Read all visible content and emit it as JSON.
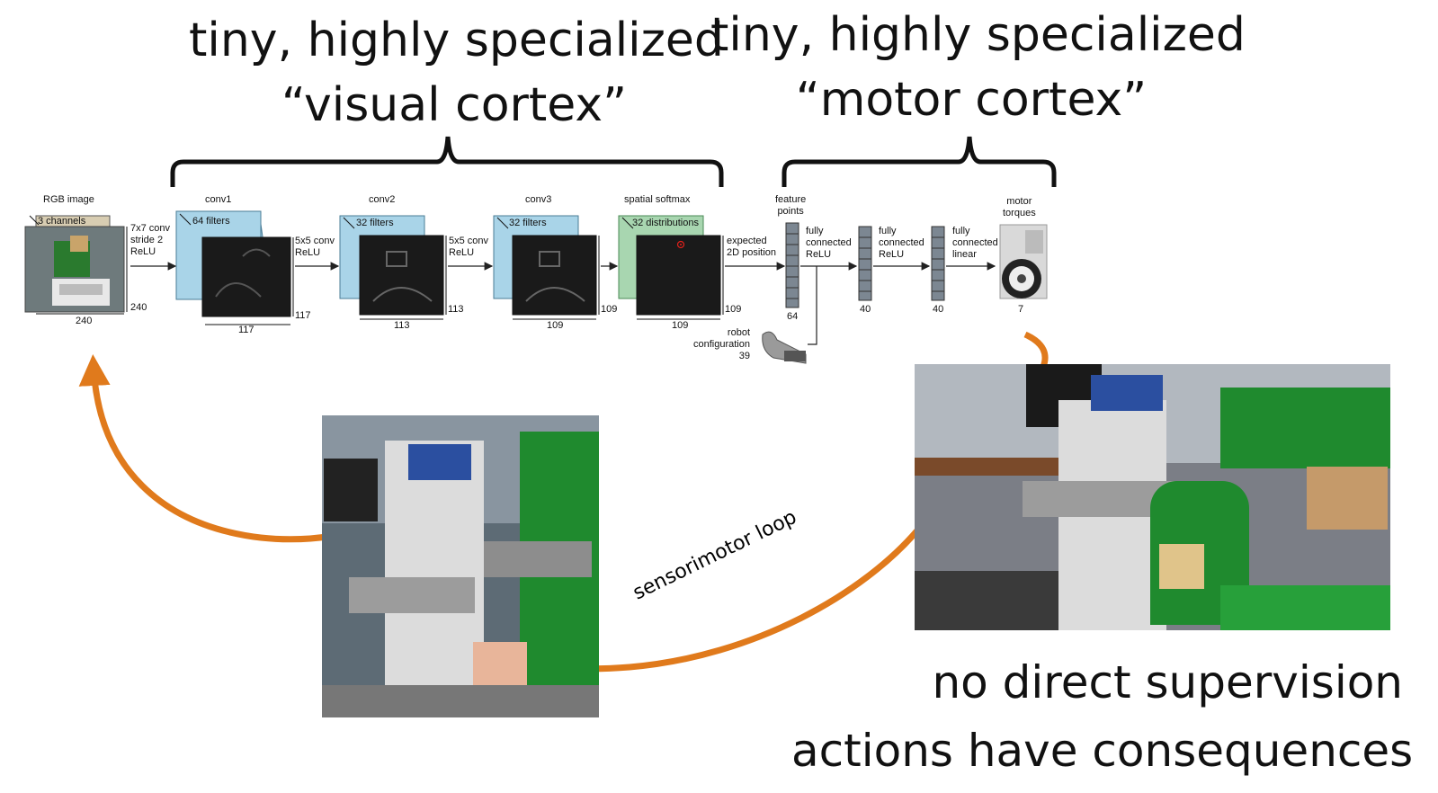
{
  "headings": {
    "visual_line1": "tiny, highly specialized",
    "visual_line2": "“visual cortex”",
    "motor_line1": "tiny, highly specialized",
    "motor_line2": "“motor cortex”"
  },
  "network": {
    "rgb_label": "RGB image",
    "rgb_channels": "3 channels",
    "rgb_width": "240",
    "rgb_height": "240",
    "op1": [
      "7x7 conv",
      "stride 2",
      "ReLU"
    ],
    "conv1_label": "conv1",
    "conv1_filters": "64 filters",
    "conv1_width": "117",
    "conv1_height": "117",
    "op2": [
      "5x5 conv",
      "ReLU"
    ],
    "conv2_label": "conv2",
    "conv2_filters": "32 filters",
    "conv2_width": "113",
    "conv2_height": "113",
    "op3": [
      "5x5 conv",
      "ReLU"
    ],
    "conv3_label": "conv3",
    "conv3_filters": "32 filters",
    "conv3_width": "109",
    "conv3_height": "109",
    "softmax_label": "spatial softmax",
    "softmax_dists": "32 distributions",
    "softmax_width": "109",
    "softmax_height": "109",
    "expected": [
      "expected",
      "2D position"
    ],
    "feature_points": [
      "feature",
      "points"
    ],
    "feature_count": "64",
    "robot_config": [
      "robot",
      "configuration"
    ],
    "robot_config_count": "39",
    "fc1": [
      "fully",
      "connected",
      "ReLU"
    ],
    "fc1_count": "40",
    "fc2": [
      "fully",
      "connected",
      "ReLU"
    ],
    "fc2_count": "40",
    "fc3": [
      "fully",
      "connected",
      "linear"
    ],
    "motor": [
      "motor",
      "torques"
    ],
    "motor_count": "7"
  },
  "loop_label": "sensorimotor loop",
  "bottom": {
    "line1": "no direct supervision",
    "line2": "actions have consequences"
  },
  "colors": {
    "conv_blue": "#a9d4e8",
    "softmax_green": "#a8d6b0",
    "rgb_tan": "#d8cdb2",
    "arrow_orange": "#e07a1c",
    "green_screen": "#1f8a2e"
  }
}
